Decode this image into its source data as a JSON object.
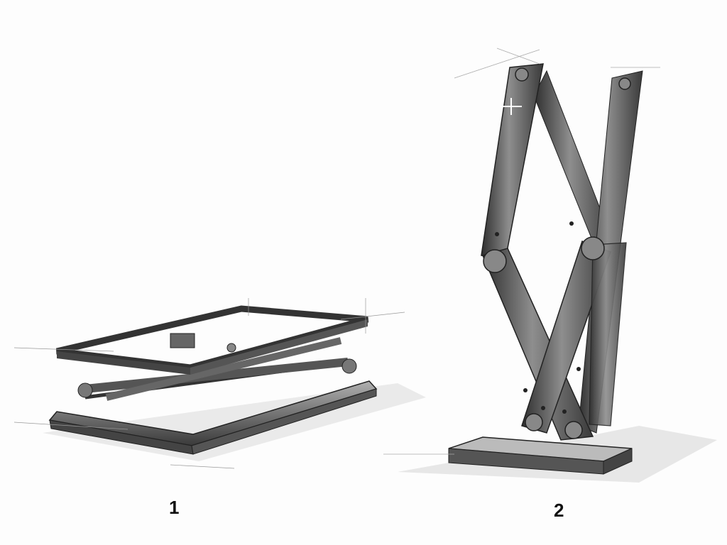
{
  "figure": {
    "description": "Pencil sketch of a scissor-lift mechanism in two states",
    "panels": [
      {
        "label": "1",
        "state": "collapsed scissor lift frame"
      },
      {
        "label": "2",
        "state": "extended scissor linkage standing upright"
      }
    ]
  },
  "colors": {
    "background": "#fdfdfd",
    "ink": "#222222",
    "metal_light": "#9a9a9a",
    "metal_dark": "#3a3a3a"
  }
}
